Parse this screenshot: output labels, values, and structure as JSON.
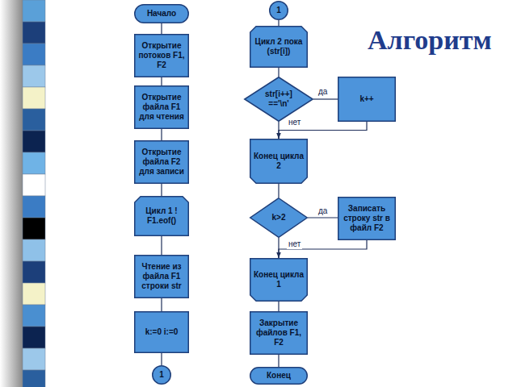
{
  "diagram": {
    "title": "Алгоритм",
    "nodes": [
      {
        "text": [
          "Начало"
        ]
      },
      {
        "text": [
          "Открытие потоков F1, F2"
        ]
      },
      {
        "text": [
          "Открытие файла F1 для чтения"
        ]
      },
      {
        "text": [
          "Открытие файла F2 для записи"
        ]
      },
      {
        "text": [
          "Цикл 1 ! F1.eof()"
        ]
      },
      {
        "text": [
          "Чтение из файла F1 строки str"
        ]
      },
      {
        "text": [
          "k:=0 i:=0"
        ]
      },
      {
        "text": [
          "1"
        ]
      },
      {
        "text": [
          "1"
        ]
      },
      {
        "text": [
          "Цикл 2 пока (str[i])"
        ]
      },
      {
        "text": [
          "str[i++] =='\\n'"
        ]
      },
      {
        "text": [
          "k++"
        ]
      },
      {
        "text": [
          "Конец цикла 2"
        ]
      },
      {
        "text": [
          "k>2"
        ]
      },
      {
        "text": [
          "Записать строку str в файл F2"
        ]
      },
      {
        "text": [
          "Конец цикла 1"
        ]
      },
      {
        "text": [
          "Закрытие файлов F1, F2"
        ]
      },
      {
        "text": [
          "Конец"
        ]
      }
    ],
    "edges": [
      {
        "from": 0,
        "to": 1,
        "arrow": "none"
      },
      {
        "from": 1,
        "to": 2,
        "arrow": "none"
      },
      {
        "from": 2,
        "to": 3,
        "arrow": "none"
      },
      {
        "from": 3,
        "to": 4,
        "arrow": "none"
      },
      {
        "from": 4,
        "to": 5,
        "arrow": "none"
      },
      {
        "from": 5,
        "to": 6,
        "arrow": "none"
      },
      {
        "from": 6,
        "to": 7,
        "arrow": "none"
      },
      {
        "from": 8,
        "to": 9,
        "arrow": "none"
      },
      {
        "from": 9,
        "to": 10,
        "arrow": "none"
      },
      {
        "from": 10,
        "to": 11,
        "label": "да",
        "arrow": "none"
      },
      {
        "from": 11,
        "to": 12,
        "arrow": "to"
      },
      {
        "from": 10,
        "to": 12,
        "label": "нет",
        "arrow": "none"
      },
      {
        "from": 12,
        "to": 13,
        "arrow": "none"
      },
      {
        "from": 13,
        "to": 14,
        "label": "да",
        "arrow": "none"
      },
      {
        "from": 14,
        "to": 15,
        "arrow": "to"
      },
      {
        "from": 13,
        "to": 15,
        "label": "нет",
        "arrow": "none"
      },
      {
        "from": 15,
        "to": 16,
        "arrow": "none"
      },
      {
        "from": 16,
        "to": 17,
        "arrow": "none"
      }
    ]
  }
}
